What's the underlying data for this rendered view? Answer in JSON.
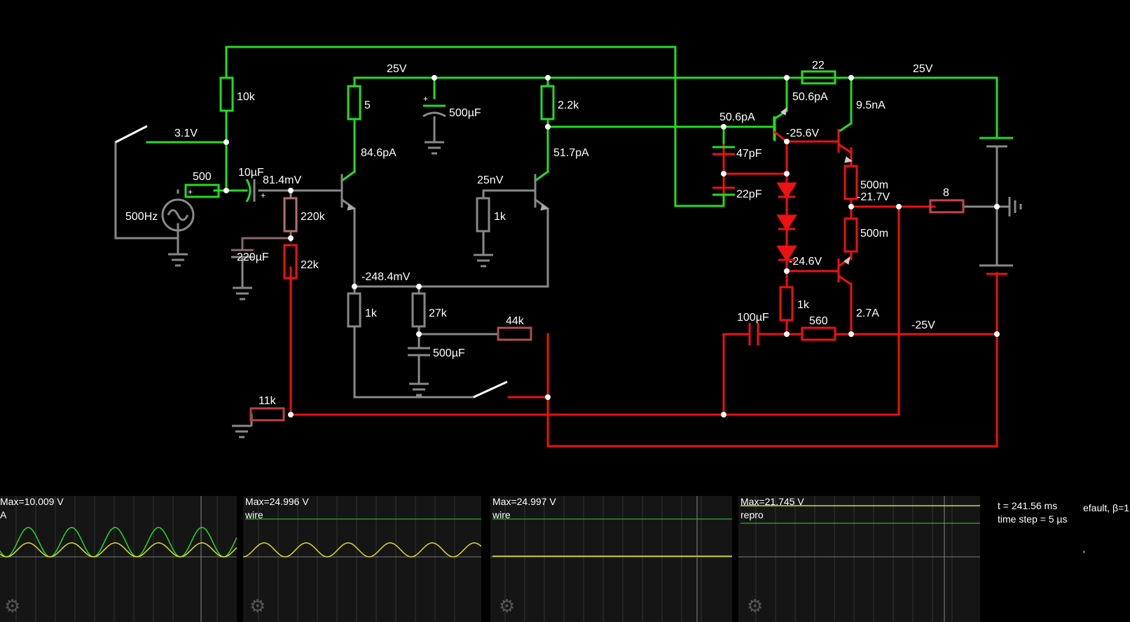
{
  "circuit": {
    "colors": {
      "positive": "#22dd22",
      "negative": "#ee1111",
      "neutral": "#888888",
      "wire_mid": "#8a6a6a"
    },
    "labels": {
      "supply_top_left": "25V",
      "supply_top_right": "25V",
      "supply_bottom_right": "-25V",
      "switch_voltage": "3.1V",
      "r_10k": "10k",
      "r_500": "500",
      "source_freq": "500Hz",
      "cap_10uF": "10µF",
      "node_81mV": "81.4mV",
      "r_220k": "220k",
      "cap_220uF": "220µF",
      "r_22k": "22k",
      "r_5": "5",
      "cur_84pA": "84.6pA",
      "cap_500uF_top": "500µF",
      "r_2k2": "2.2k",
      "cur_51pA": "51.7pA",
      "node_25nV": "25nV",
      "r_1k_mid": "1k",
      "node_248mV": "-248.4mV",
      "r_1k_left": "1k",
      "r_27k": "27k",
      "r_44k": "44k",
      "cap_500uF_bottom": "500µF",
      "r_11k": "11k",
      "r_22": "22",
      "cur_50pA_a": "50.6pA",
      "cur_50pA_b": "50.6pA",
      "cur_9nA": "9.5nA",
      "node_25_6V": "-25.6V",
      "cap_47pF": "47pF",
      "cap_22pF": "22pF",
      "r_500m_top": "500m",
      "node_21_7V": "-21.7V",
      "r_500m_bot": "500m",
      "r_8": "8",
      "node_24_6V": "-24.6V",
      "r_1k_right": "1k",
      "cap_100uF": "100µF",
      "r_560": "560",
      "cur_2_7A": "2.7A"
    }
  },
  "scopes": [
    {
      "max": "Max=10.009 V",
      "sub": "A",
      "icon": "gear-icon"
    },
    {
      "max": "Max=24.996 V",
      "sub": "wire",
      "icon": "gear-icon"
    },
    {
      "max": "Max=24.997 V",
      "sub": "wire",
      "icon": "gear-icon"
    },
    {
      "max": "Max=21.745 V",
      "sub": "repro",
      "icon": "gear-icon"
    }
  ],
  "status": {
    "time": "t = 241.56 ms",
    "timestep": "time step = 5 µs",
    "side_text": "efault, β=1",
    "side_mark": "'"
  }
}
